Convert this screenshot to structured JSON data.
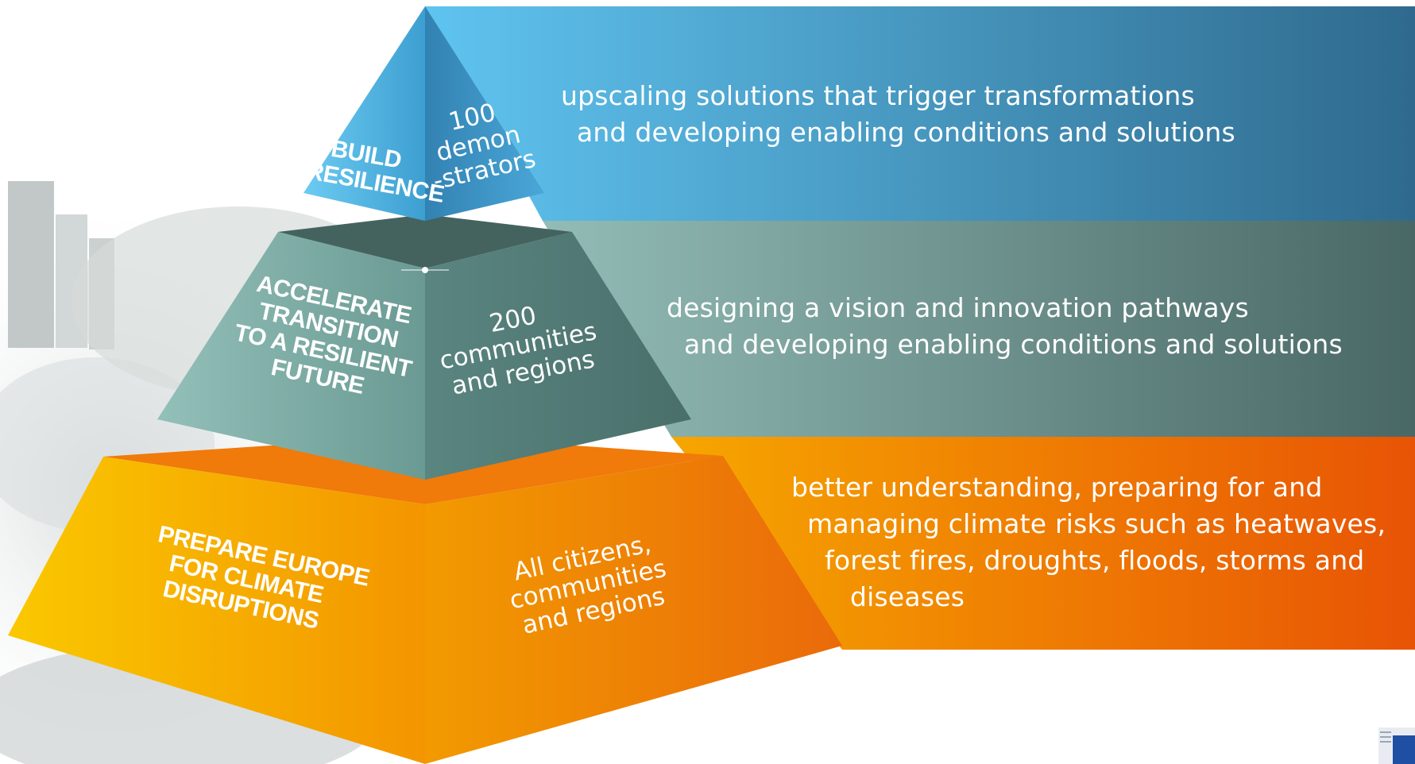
{
  "bands": [
    {
      "id": "top",
      "lines": [
        "upscaling solutions that trigger transformations",
        "and developing enabling conditions and solutions"
      ],
      "colors": [
        "#5bc2ee",
        "#2f6e94"
      ]
    },
    {
      "id": "middle",
      "lines": [
        "designing a vision and innovation pathways",
        "and developing enabling conditions and solutions"
      ],
      "colors": [
        "#8fb8b2",
        "#4c6d6a"
      ]
    },
    {
      "id": "bottom",
      "lines": [
        "better understanding, preparing for and",
        "managing climate risks such as heatwaves,",
        "forest fires, droughts, floods, storms and",
        "diseases"
      ],
      "colors": [
        "#f7a800",
        "#e85a05"
      ]
    }
  ],
  "pyramid": {
    "top": {
      "left_lines": [
        "BUILD",
        "RESILIENCE"
      ],
      "right_lines": [
        "100",
        "demon",
        "-strators"
      ]
    },
    "middle": {
      "left_lines": [
        "ACCELERATE",
        "TRANSITION",
        "TO A RESILIENT",
        "FUTURE"
      ],
      "right_lines": [
        "200",
        "communities",
        "and regions"
      ]
    },
    "bottom": {
      "left_lines": [
        "PREPARE EUROPE",
        "FOR CLIMATE",
        "DISRUPTIONS"
      ],
      "right_lines": [
        "All citizens,",
        "communities",
        "and regions"
      ]
    }
  },
  "colors": {
    "top_light": "#5cc3ef",
    "top_dark": "#2f7fae",
    "middle_light": "#86b5ad",
    "middle_dark": "#4e7470",
    "bottom_light": "#f9c100",
    "bottom_dark": "#e8620a",
    "logo": "#1f4fa3"
  }
}
